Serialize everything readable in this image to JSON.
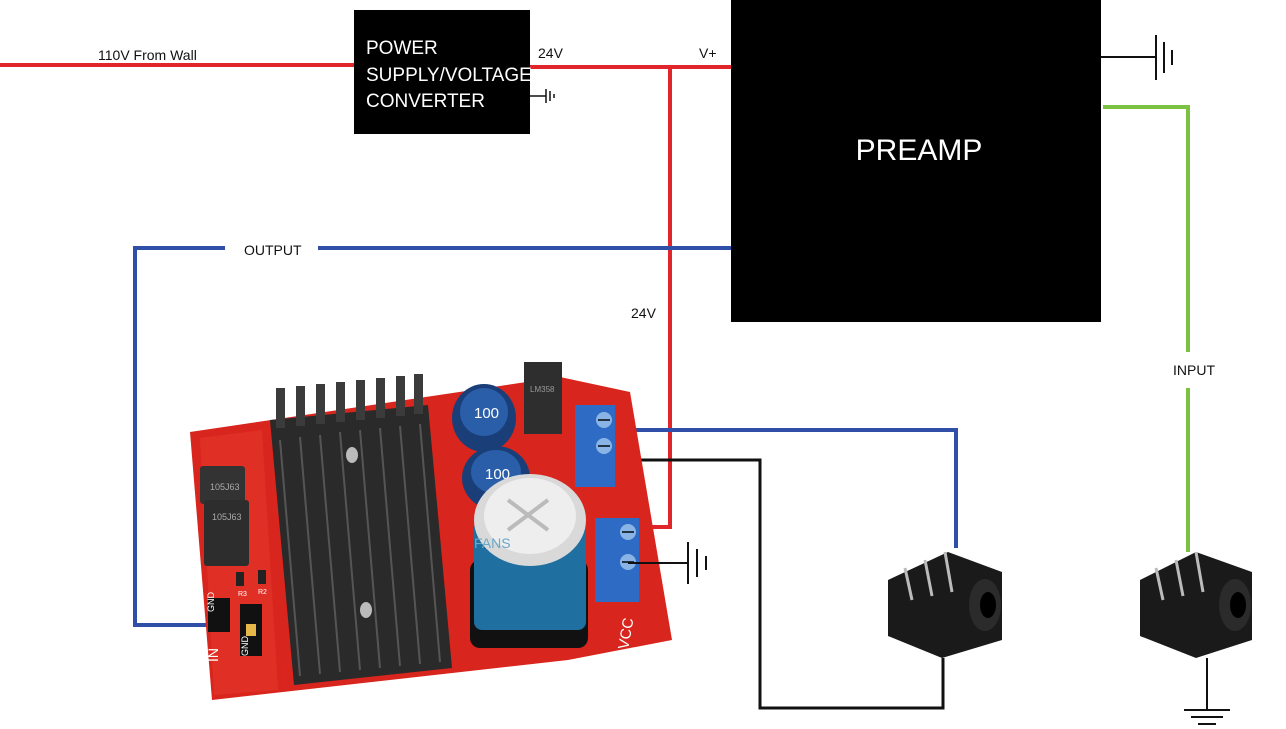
{
  "labels": {
    "mains": "110V From Wall",
    "psu_out": "24V",
    "vplus": "V+",
    "output": "OUTPUT",
    "amp_feed": "24V",
    "input": "INPUT"
  },
  "psu_box": {
    "line1": "POWER",
    "line2": "SUPPLY/VOLTAGE",
    "line3": "CONVERTER"
  },
  "preamp_box": {
    "title": "PREAMP"
  },
  "board": {
    "silk_in": "IN",
    "silk_gnd1": "GND",
    "silk_gnd2": "GND",
    "silk_vcc": "VCC",
    "cap_small1": "100",
    "cap_small2": "100",
    "cap_big_logo": "FANS",
    "inductor1": "105J63",
    "inductor2": "105J63",
    "chip": "LM358",
    "r3": "R3",
    "r2": "R2"
  },
  "wire_colors": {
    "power": "#e0262b",
    "signal_out": "#2f4fa8",
    "signal_in": "#7cc242",
    "ground": "#111111",
    "board": "#d8251d"
  }
}
